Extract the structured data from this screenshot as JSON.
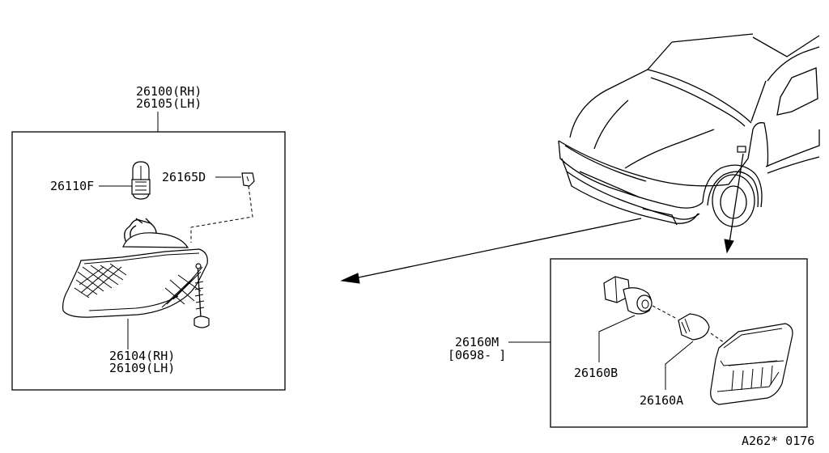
{
  "diagram": {
    "left_box": {
      "assembly": [
        "26100(RH)",
        "26105(LH)"
      ],
      "bulb": "26110F",
      "clip": "26165D",
      "lens": [
        "26104(RH)",
        "26109(LH)"
      ]
    },
    "right_box": {
      "assembly": [
        "26160M",
        "[0698-     ]"
      ],
      "socket": "26160B",
      "bulb": "26160A"
    },
    "figure_code": "A262* 0176"
  }
}
